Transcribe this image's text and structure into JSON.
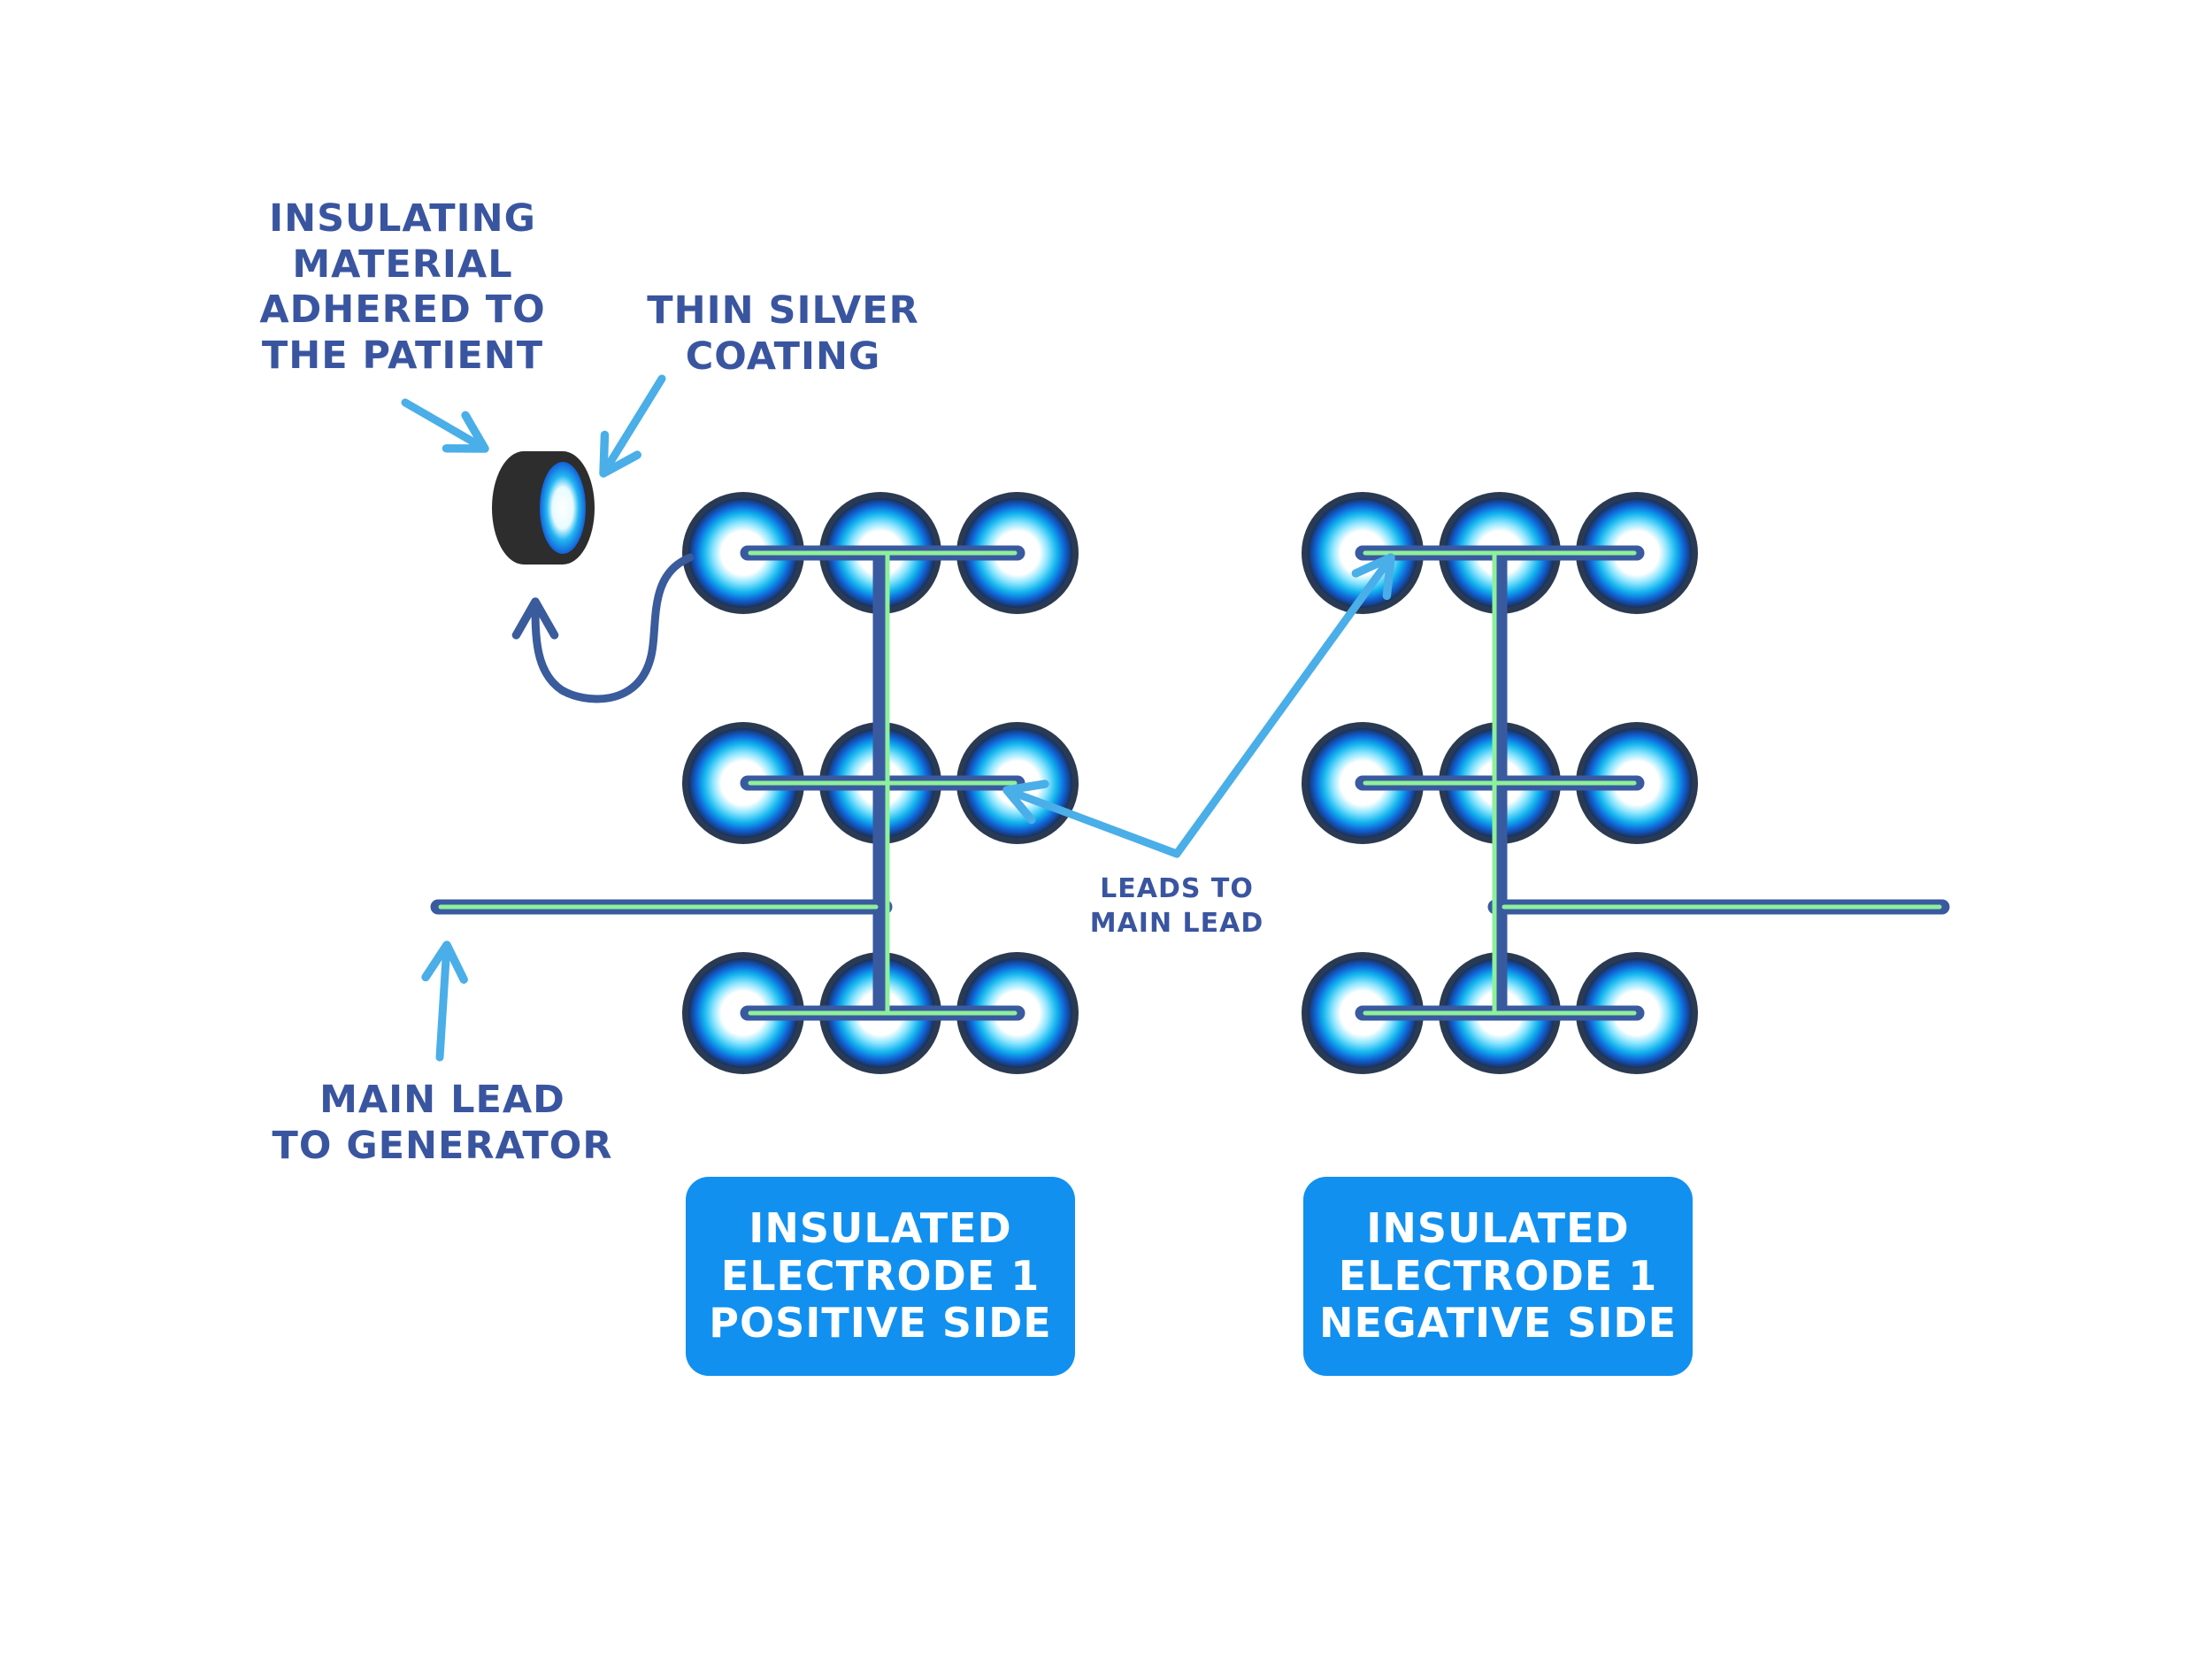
{
  "labels": {
    "insulating_material": [
      "INSULATING",
      "MATERIAL",
      "ADHERED TO",
      "THE PATIENT"
    ],
    "silver_coating": [
      "THIN SILVER",
      "COATING"
    ],
    "leads_to_main": [
      "LEADS TO",
      "MAIN LEAD"
    ],
    "main_lead": [
      "MAIN LEAD",
      "TO GENERATOR"
    ]
  },
  "boxes": {
    "positive": [
      "INSULATED",
      "ELECTRODE 1",
      "POSITIVE SIDE"
    ],
    "negative": [
      "INSULATED",
      "ELECTRODE 1",
      "NEGATIVE SIDE"
    ]
  },
  "colors": {
    "label_text": "#3a55a0",
    "arrow": "#4aaee8",
    "dark_arrow": "#3a5b9c",
    "wire_outer": "#3a5aa0",
    "wire_inner": "#8ef09a",
    "box_fill": "#1190f0",
    "electrode_rim": "#2a3a52",
    "electrode_blue": "#1474e0",
    "electrode_center": "#ffffff"
  },
  "icons": {
    "electrode_disc": "electrode-disc-icon",
    "patient_pad": "insulating-pad-icon"
  }
}
